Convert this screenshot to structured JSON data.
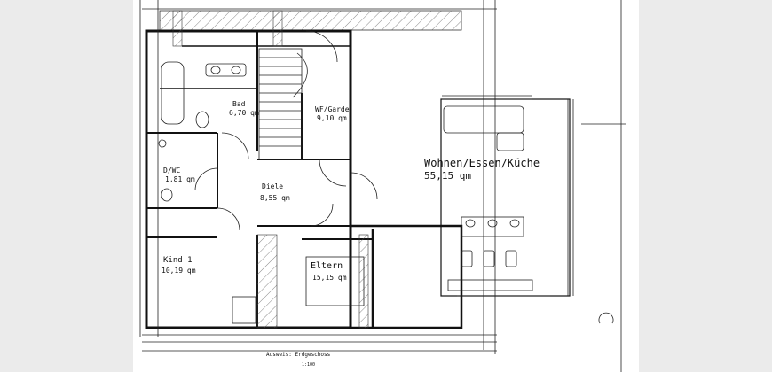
{
  "rooms": {
    "wohnen": {
      "name": "Wohnen/Essen/Küche",
      "area": "55,15 qm"
    },
    "bad": {
      "name": "Bad",
      "area": "6,70 qm"
    },
    "wf": {
      "name": "WF/Garde",
      "area": "9,10 qm"
    },
    "dwc": {
      "name": "D/WC",
      "area": "1,81 qm"
    },
    "diele": {
      "name": "Diele",
      "area": "8,55 qm"
    },
    "kind": {
      "name": "Kind 1",
      "area": "10,19 qm"
    },
    "eltern": {
      "name": "Eltern",
      "area": "15,15 qm"
    }
  },
  "bottom_label": "Ausweis: Erdgeschoss",
  "bottom_sub": "1:100"
}
